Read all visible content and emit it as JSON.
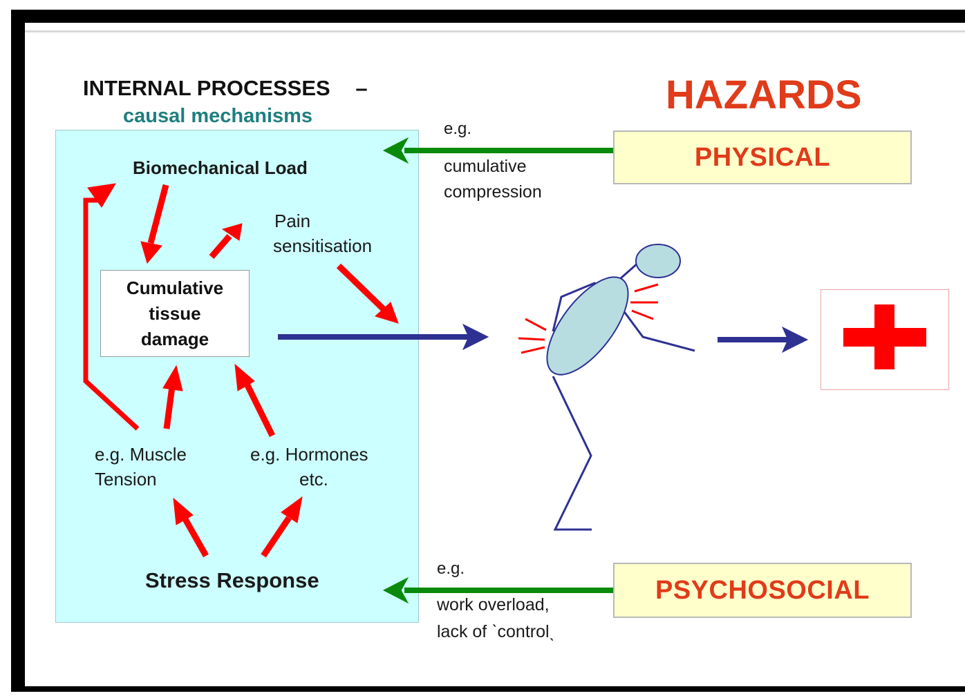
{
  "title": {
    "internal_processes": "INTERNAL PROCESSES",
    "dash": "–",
    "causal_mechanisms": "causal mechanisms",
    "hazards": "HAZARDS"
  },
  "hazards": {
    "physical": "PHYSICAL",
    "psychosocial": "PSYCHOSOCIAL"
  },
  "physical_example": {
    "eg": "e.g.",
    "line1": "cumulative",
    "line2": "compression"
  },
  "psychosocial_example": {
    "eg": "e.g.",
    "line1": "work overload,",
    "line2": "lack of ˋcontrolˎ"
  },
  "internal": {
    "biomechanical_load": "Biomechanical Load",
    "pain_line1": "Pain",
    "pain_line2": "sensitisation",
    "damage_line1": "Cumulative",
    "damage_line2": "tissue",
    "damage_line3": "damage",
    "muscle_line1": "e.g. Muscle",
    "muscle_line2": "Tension",
    "hormones_line1": "e.g. Hormones",
    "hormones_line2": "etc.",
    "stress_response": "Stress Response"
  },
  "colors": {
    "red_arrow": "#ff0000",
    "green_arrow": "#0a8a0a",
    "blue_arrow": "#2e3192",
    "hazard_text": "#e03b1a",
    "teal_text": "#1f7f7f",
    "panel": "#ccffff",
    "hazard_box": "#ffffcc"
  },
  "icons": [
    "stick-figure-back-pain",
    "red-cross-icon"
  ]
}
